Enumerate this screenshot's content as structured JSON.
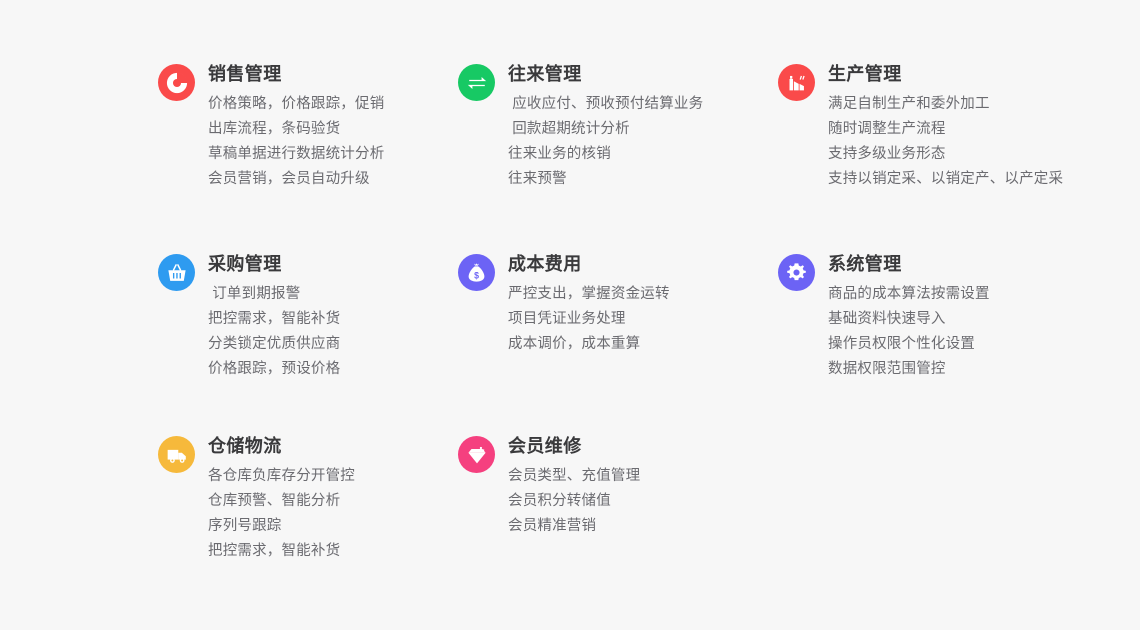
{
  "page": {
    "background_color": "#f7f7f7",
    "title_color": "#3a3a3c",
    "body_text_color": "#6b6b70",
    "columns": 3
  },
  "cards": [
    {
      "id": "sales-management",
      "title": "销售管理",
      "icon": "pie-chart-icon",
      "icon_color": "#fa4a4a",
      "lines": [
        "价格策略，价格跟踪，促销",
        "出库流程，条码验货",
        "草稿单据进行数据统计分析",
        "会员营销，会员自动升级"
      ]
    },
    {
      "id": "transaction-management",
      "title": "往来管理",
      "icon": "exchange-arrows-icon",
      "icon_color": "#17c964",
      "lines": [
        " 应收应付、预收预付结算业务",
        " 回款超期统计分析",
        "往来业务的核销",
        "往来预警"
      ]
    },
    {
      "id": "production-management",
      "title": "生产管理",
      "icon": "factory-icon",
      "icon_color": "#fa4a4a",
      "lines": [
        "满足自制生产和委外加工",
        "随时调整生产流程",
        "支持多级业务形态",
        "支持以销定采、以销定产、以产定采"
      ]
    },
    {
      "id": "purchase-management",
      "title": "采购管理",
      "icon": "shopping-basket-icon",
      "icon_color": "#2e9bf0",
      "lines": [
        " 订单到期报警",
        "把控需求，智能补货",
        "分类锁定优质供应商",
        "价格跟踪，预设价格"
      ]
    },
    {
      "id": "cost-expense",
      "title": "成本费用",
      "icon": "money-bag-icon",
      "icon_color": "#6c63f5",
      "lines": [
        "严控支出，掌握资金运转",
        "项目凭证业务处理",
        "成本调价，成本重算"
      ]
    },
    {
      "id": "system-management",
      "title": "系统管理",
      "icon": "gear-icon",
      "icon_color": "#6c63f5",
      "lines": [
        "商品的成本算法按需设置",
        "基础资料快速导入",
        "操作员权限个性化设置",
        "数据权限范围管控"
      ]
    },
    {
      "id": "warehouse-logistics",
      "title": "仓储物流",
      "icon": "delivery-truck-icon",
      "icon_color": "#f6b93b",
      "lines": [
        "各仓库负库存分开管控",
        "仓库预警、智能分析",
        "序列号跟踪",
        "把控需求，智能补货"
      ]
    },
    {
      "id": "member-maintenance",
      "title": "会员维修",
      "icon": "diamond-gem-icon",
      "icon_color": "#f5407f",
      "lines": [
        "会员类型、充值管理",
        "会员积分转储值",
        "会员精准营销"
      ]
    }
  ]
}
